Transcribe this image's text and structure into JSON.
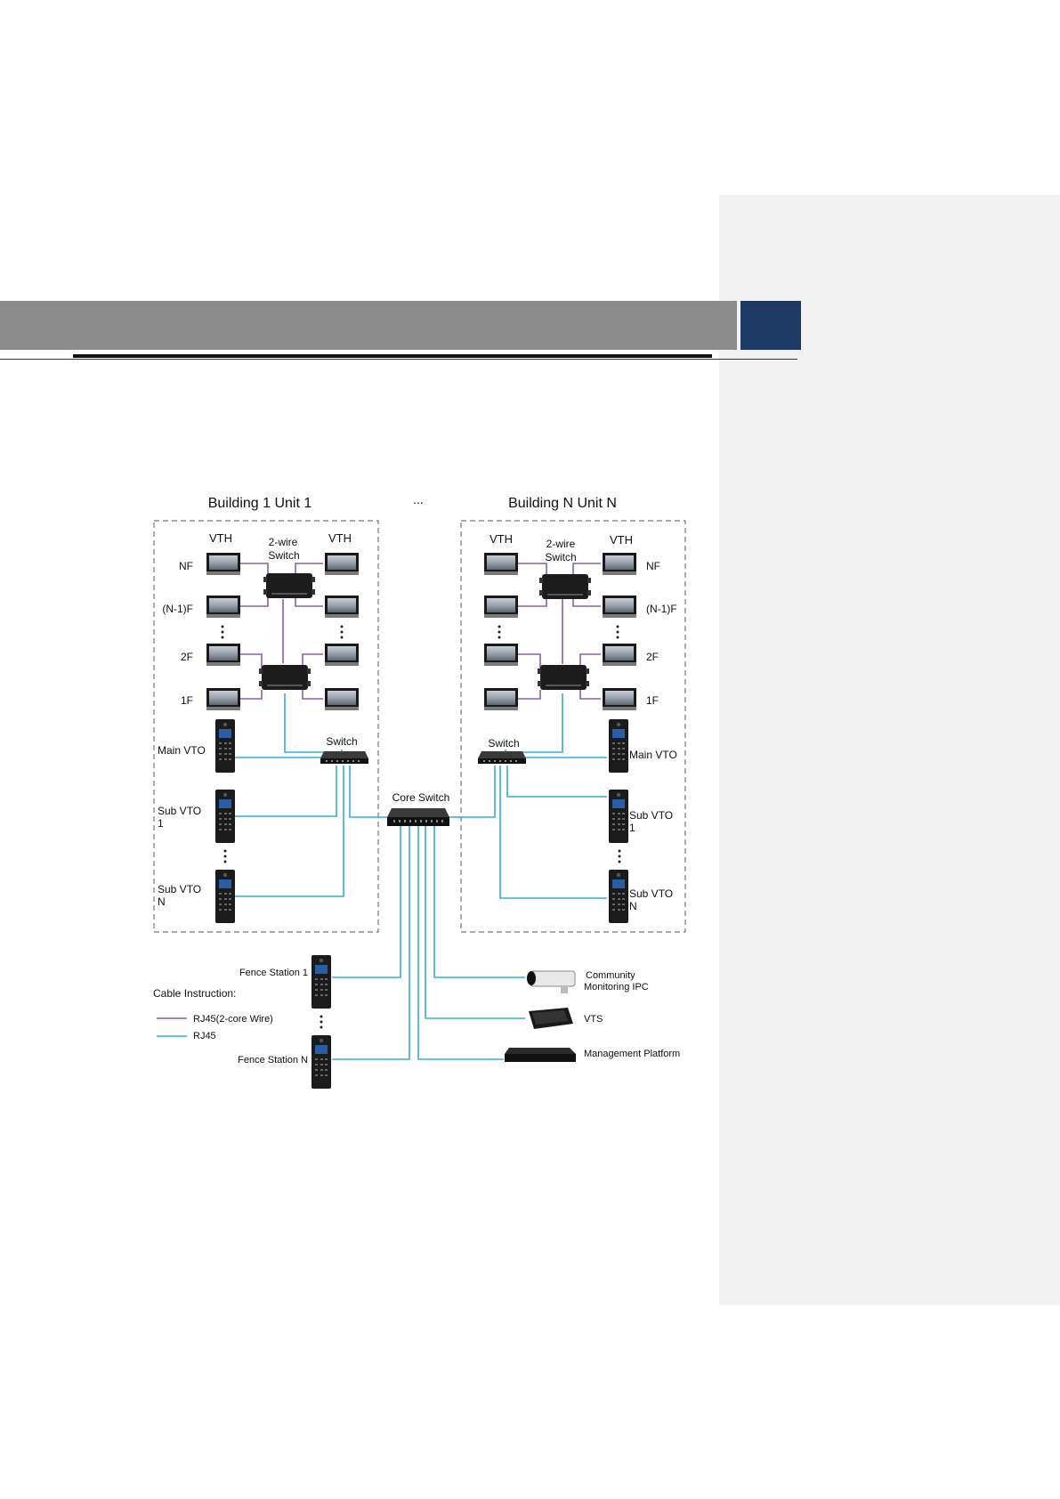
{
  "header": {
    "bar_color": "#8c8c8c",
    "accent_color": "#1c3a63"
  },
  "diagram": {
    "buildings": [
      {
        "title": "Building 1 Unit 1"
      },
      {
        "title": "Building N Unit N"
      }
    ],
    "between_buildings": "...",
    "vth_label": "VTH",
    "two_wire_switch_label": [
      "2-wire",
      "Switch"
    ],
    "floors": [
      "NF",
      "(N-1)F",
      "2F",
      "1F"
    ],
    "switch_label": "Switch",
    "core_switch_label": "Core Switch",
    "main_vto": "Main VTO",
    "sub_vto_1": [
      "Sub VTO",
      "1"
    ],
    "sub_vto_n": [
      "Sub VTO",
      "N"
    ],
    "fence_station_1": "Fence Station 1",
    "fence_station_n": "Fence Station N",
    "devices": {
      "ipc": [
        "Community",
        "Monitoring IPC"
      ],
      "vts": "VTS",
      "platform": "Management Platform"
    },
    "legend": {
      "title": "Cable Instruction:",
      "items": [
        {
          "label": "RJ45(2-core Wire)",
          "color": "#8e5ea8"
        },
        {
          "label": "RJ45",
          "color": "#37aed8"
        }
      ]
    }
  }
}
